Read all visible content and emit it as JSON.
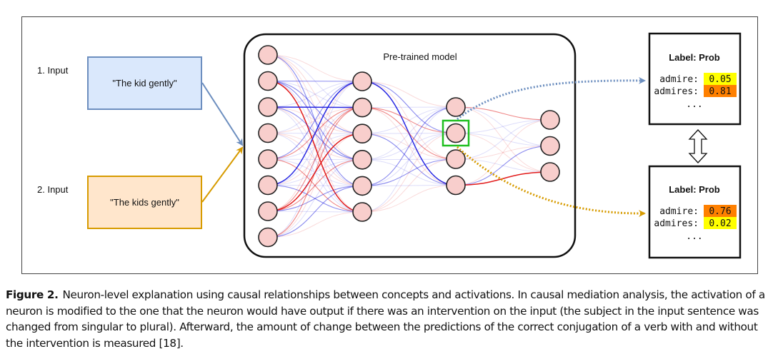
{
  "diagram": {
    "inputs": [
      {
        "label": "1. Input",
        "sentence": "\"The kid gently\"",
        "fill": "#dae8fc",
        "stroke": "#6c8ebf"
      },
      {
        "label": "2. Input",
        "sentence": "\"The kids gently\"",
        "fill": "#ffe6cc",
        "stroke": "#d79b00"
      }
    ],
    "model": {
      "title": "Pre-trained model",
      "layers": [
        8,
        6,
        4,
        3
      ],
      "neuron_fill": "#f8cecc",
      "highlighted_neuron": {
        "layer": 3,
        "index": 2,
        "stroke": "#1fbf1f"
      },
      "edge_colors": {
        "positive": "#e01010",
        "negative": "#1a1ae0"
      }
    },
    "outputs": [
      {
        "header": "Label: Prob",
        "rows": [
          {
            "label": "admire:",
            "value": "0.05",
            "highlight": "#ffff00"
          },
          {
            "label": "admires:",
            "value": "0.81",
            "highlight": "#ff8000"
          }
        ],
        "ellipsis": "...",
        "arrow_color": "#6c8ebf"
      },
      {
        "header": "Label: Prob",
        "rows": [
          {
            "label": "admire:",
            "value": "0.76",
            "highlight": "#ff8000"
          },
          {
            "label": "admires:",
            "value": "0.02",
            "highlight": "#ffff00"
          }
        ],
        "ellipsis": "...",
        "arrow_color": "#d79b00"
      }
    ],
    "compare_icon": "double-vertical-arrow-icon"
  },
  "caption": {
    "label": "Figure 2.",
    "text": "Neuron-level explanation using causal relationships between concepts and activations. In causal mediation analysis, the activation of a neuron is modified to the one that the neuron would have output if there was an intervention on the input (the subject in the input sentence was changed from singular to plural). Afterward, the amount of change between the predictions of the correct conjugation of a verb with and without the intervention is measured [18]."
  }
}
